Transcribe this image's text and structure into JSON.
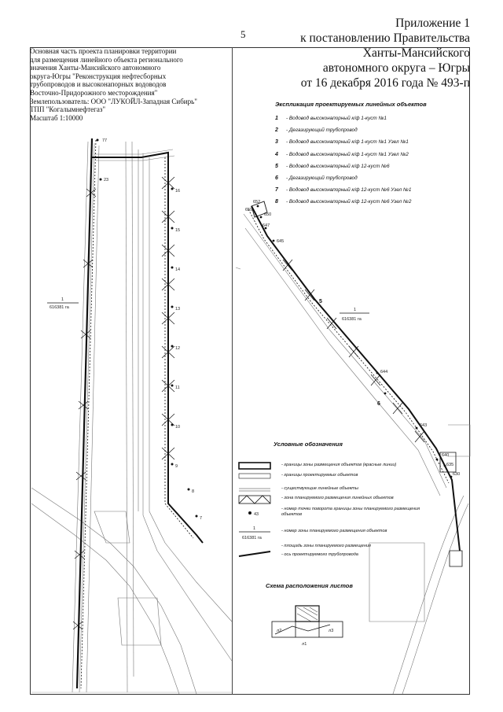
{
  "page_number": "5",
  "appendix": {
    "lines": [
      "Приложение 1",
      "к постановлению Правительства",
      "Ханты-Мансийского",
      "автономного округа – Югры",
      "от 16 декабря 2016 года № 493-п"
    ]
  },
  "project_box": {
    "lines": [
      "Основная часть проекта планировки территории",
      "для размещения линейного объекта регионального",
      "значения Ханты-Мансийского автономного",
      "округа-Югры \"Реконструкция нефтесборных",
      "трубопроводов и высоконапорных водоводов",
      "Восточно-Придорожного месторождения\"",
      "Землепользователь: ООО \"ЛУКОЙЛ-Западная Сибирь\"",
      "ТПП \"Когалымнефтегаз\"",
      "Масштаб 1:10000"
    ]
  },
  "objects_legend": {
    "title": "Экспликация проектируемых линейных объектов",
    "items": [
      {
        "num": "1",
        "text": "- Водовод высоконапорный к/ф 1-куст №1"
      },
      {
        "num": "2",
        "text": "- Дегазирующий трубопровод"
      },
      {
        "num": "3",
        "text": "- Водовод высоконапорный к/ф 1-куст №1 Узел №1"
      },
      {
        "num": "4",
        "text": "- Водовод высоконапорный к/ф 1-куст №1 Узел №2"
      },
      {
        "num": "5",
        "text": "- Водовод высоконапорный к/ф 12-куст №6"
      },
      {
        "num": "6",
        "text": "- Дегазирующий трубопровод"
      },
      {
        "num": "7",
        "text": "- Водовод высоконапорный к/ф 12-куст №6 Узел №1"
      },
      {
        "num": "8",
        "text": "- Водовод высоконапорный к/ф 12-куст №6 Узел №2"
      }
    ]
  },
  "symbols_legend": {
    "title": "Условные обозначения",
    "items": [
      "- границы зоны размещения объектов (красные линии)",
      "- границы проектируемых объектов",
      "- существующие линейные объекты",
      "- зона планируемого размещения линейных объектов",
      "- номер точки поворота границы зоны планируемого размещения объектов",
      "- номер зоны планируемого размещения объектов",
      "- площадь зоны планируемого размещения",
      "- ось проектируемого трубопровода"
    ],
    "point_sample": "43",
    "zone_num": "1",
    "zone_area": "616381 га"
  },
  "scheme": {
    "title": "Схема расположения листов",
    "labels": [
      "л2",
      "л1",
      "л3"
    ]
  },
  "map_labels": {
    "zone_num": "1",
    "left_zone_area": "616381 га",
    "right_zone_area": "616381 га",
    "left_points": [
      "77",
      "23",
      "16",
      "15",
      "14",
      "13",
      "12",
      "11",
      "10",
      "9",
      "8",
      "7"
    ],
    "right_points": [
      "652",
      "650",
      "647",
      "645",
      "644",
      "643",
      "640",
      "635",
      "630",
      "659"
    ],
    "object_markers": [
      "5",
      "6"
    ]
  }
}
